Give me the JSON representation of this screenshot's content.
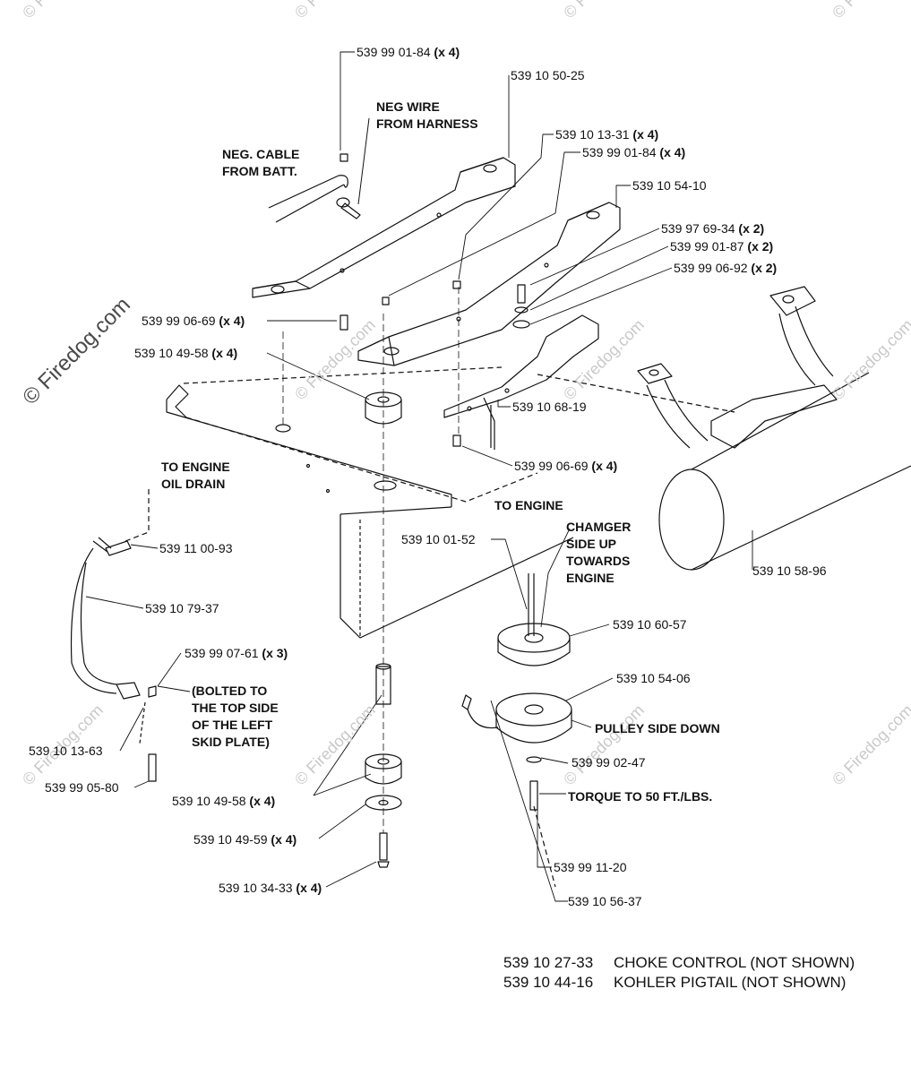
{
  "watermark": "© Firedog.com",
  "parts": {
    "p_990184_a": {
      "num": "539 99 01-84",
      "qty": "(x 4)"
    },
    "p_105025": {
      "num": "539 10 50-25"
    },
    "p_101331": {
      "num": "539 10 13-31",
      "qty": "(x 4)"
    },
    "p_990184_b": {
      "num": "539 99 01-84",
      "qty": "(x 4)"
    },
    "p_105410": {
      "num": "539 10 54-10"
    },
    "p_976934": {
      "num": "539 97 69-34",
      "qty": "(x 2)"
    },
    "p_990187": {
      "num": "539 99 01-87",
      "qty": "(x 2)"
    },
    "p_990692": {
      "num": "539 99 06-92",
      "qty": "(x 2)"
    },
    "p_990669_a": {
      "num": "539 99 06-69",
      "qty": "(x 4)"
    },
    "p_104958_a": {
      "num": "539 10 49-58",
      "qty": "(x 4)"
    },
    "p_106819": {
      "num": "539 10 68-19"
    },
    "p_990669_b": {
      "num": "539 99 06-69",
      "qty": "(x 4)"
    },
    "p_110093": {
      "num": "539 11 00-93"
    },
    "p_107937": {
      "num": "539 10 79-37"
    },
    "p_100152": {
      "num": "539 10 01-52"
    },
    "p_105896": {
      "num": "539 10 58-96"
    },
    "p_106057": {
      "num": "539 10 60-57"
    },
    "p_990761": {
      "num": "539 99 07-61",
      "qty": "(x 3)"
    },
    "p_105406": {
      "num": "539 10 54-06"
    },
    "p_101363": {
      "num": "539 10 13-63"
    },
    "p_990580": {
      "num": "539 99 05-80"
    },
    "p_990247": {
      "num": "539 99 02-47"
    },
    "p_104958_b": {
      "num": "539 10 49-58",
      "qty": "(x 4)"
    },
    "p_104959": {
      "num": "539 10 49-59",
      "qty": "(x 4)"
    },
    "p_991120": {
      "num": "539 99 11-20"
    },
    "p_103433": {
      "num": "539 10 34-33",
      "qty": "(x 4)"
    },
    "p_105637": {
      "num": "539 10 56-37"
    }
  },
  "notes": {
    "neg_wire": [
      "NEG WIRE",
      "FROM HARNESS"
    ],
    "neg_cable": [
      "NEG. CABLE",
      "FROM BATT."
    ],
    "to_engine_oil": [
      "TO ENGINE",
      "OIL DRAIN"
    ],
    "to_engine": [
      "TO ENGINE"
    ],
    "chamger": [
      "CHAMGER",
      "SIDE UP",
      "TOWARDS",
      "ENGINE"
    ],
    "bolted": [
      "(BOLTED TO",
      "THE TOP SIDE",
      "OF THE LEFT",
      "SKID PLATE)"
    ],
    "pulley_side": [
      "PULLEY SIDE DOWN"
    ],
    "torque": [
      "TORQUE TO 50 FT./LBS."
    ]
  },
  "legend": [
    {
      "num": "539 10 27-33",
      "desc": "CHOKE CONTROL (NOT SHOWN)"
    },
    {
      "num": "539 10 44-16",
      "desc": "KOHLER PIGTAIL (NOT SHOWN)"
    }
  ]
}
